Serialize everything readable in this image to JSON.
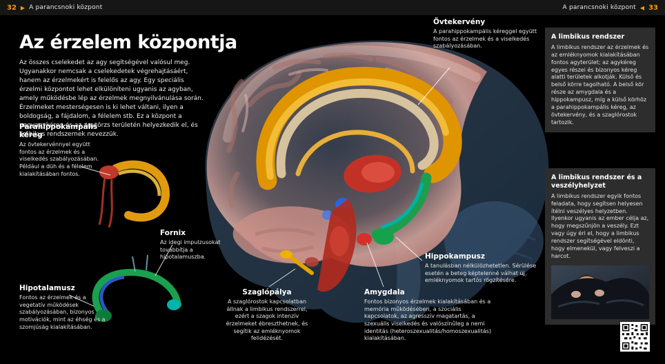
{
  "colors": {
    "accent": "#f59c00",
    "panel_bg": "#2d2d2d",
    "page_bg": "#000000"
  },
  "header": {
    "left_page_number": "32",
    "left_arrow": "▶",
    "left_chapter": "A parancsnoki központ",
    "right_chapter": "A parancsnoki központ",
    "right_arrow": "◀",
    "right_page_number": "33"
  },
  "article": {
    "title": "Az érzelem központja",
    "intro": "Az összes cselekedet az agy segítségével valósul meg. Ugyanakkor nemcsak a cselekedetek végrehajtásáért, hanem az érzelmekért is felelős az agy. Egy speciális érzelmi központot lehet elkülöníteni ugyanis az agyban, amely működésbe lép az érzelmek megnyilvánulása során. Érzelmeket mesterségesen is ki lehet váltani, ilyen a boldogság, a fájdalom, a félelem stb. Ez a központ a nagyagykéreg és az agytörzs területén helyezkedik el, és limbikus rendszernek nevezzük."
  },
  "callouts": {
    "parahippocampal": {
      "title": "Parahippokampális kéreg",
      "text": "Az övtekervénnyel együtt fontos az érzelmek és a viselkedés szabályozásában. Például a düh és a félelem kialakításában fontos."
    },
    "fornix": {
      "title": "Fornix",
      "text": "Az idegi impulzusokat továbbítja a hipotalamuszba."
    },
    "hypothalamus": {
      "title": "Hipotalamusz",
      "text": "Fontos az érzelmek és a vegetatív működések szabályozásában, bizonyos motivációk, mint az éhség és a szomjúság kialakításában."
    },
    "cingulate": {
      "title": "Övtekervény",
      "text": "A parahippokampális kéreggel együtt fontos az érzelmek és a viselkedés szabályozásában."
    },
    "olfactory": {
      "title": "Szaglópálya",
      "text": "A szaglórostok kapcsolatban állnak a limbikus rendszerrel, ezért a szagok intenzív érzelmeket ébreszthetnek, és segítik az emléknyomok felidézését."
    },
    "amygdala": {
      "title": "Amygdala",
      "text": "Fontos bizonyos érzelmek kialakításában és a memória működésében, a szociális kapcsolatok, az agresszív magatartás, a szexuális viselkedés és valószínűleg a nemi identitás (heteroszexualitás/homoszexualitás) kialakításában."
    },
    "hippocampus": {
      "title": "Hippokampusz",
      "text": "A tanulásban nélkülözhetetlen. Sérülése esetén a beteg képtelenné válhat új emléknyomok tartós rögzítésére."
    }
  },
  "sidebar": {
    "limbic_box": {
      "title": "A limbikus rendszer",
      "text": "A limbikus rendszer az érzelmek és az emléknyomok kialakításában fontos agyterület; az agykéreg egyes részei és bizonyos kéreg alatti területek alkotják. Külső és belső körre tagolható. A belső kör része az amygdala és a hippokampusz, míg a külső körhöz a parahippokampális kéreg, az övtekervény, és a szaglórostok tartozik."
    },
    "danger_box": {
      "title": "A limbikus rendszer és a veszélyhelyzet",
      "text": "A limbikus rendszer egyik fontos feladata, hogy segítsen helyesen ítélni veszélyes helyzetben. Ilyenkor ugyanis az ember célja az, hogy megszűnjön a veszély. Ezt vagy úgy éri el, hogy a limbikus rendszer segítségével eldönti, hogy elmenekül, vagy felveszi a harcot."
    }
  }
}
